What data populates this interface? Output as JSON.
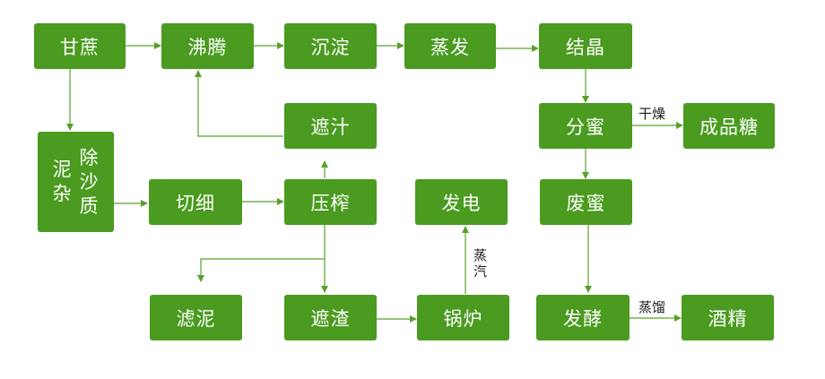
{
  "nodes": {
    "sugarcane": "甘蔗",
    "boiling": "沸腾",
    "settling": "沉淀",
    "evaporation": "蒸发",
    "crystallization": "结晶",
    "remove_impurities": "除沙质",
    "remove_mud": "泥杂",
    "cutting": "切细",
    "pressing": "压榨",
    "power_gen": "发电",
    "waste_molasses": "废蜜",
    "juice_filter": "遮汁",
    "centrifuge": "分蜜",
    "finished_sugar": "成品糖",
    "filter_mud": "滤泥",
    "bagasse": "遮渣",
    "boiler": "锅炉",
    "fermentation": "发酵",
    "alcohol": "酒精"
  },
  "edge_labels": {
    "drying": "干燥",
    "steam": "蒸汽",
    "distillation": "蒸馏"
  },
  "colors": {
    "node_fill": "#4a9b1f",
    "arrow": "#5aa02c",
    "text": "#ffffff"
  }
}
